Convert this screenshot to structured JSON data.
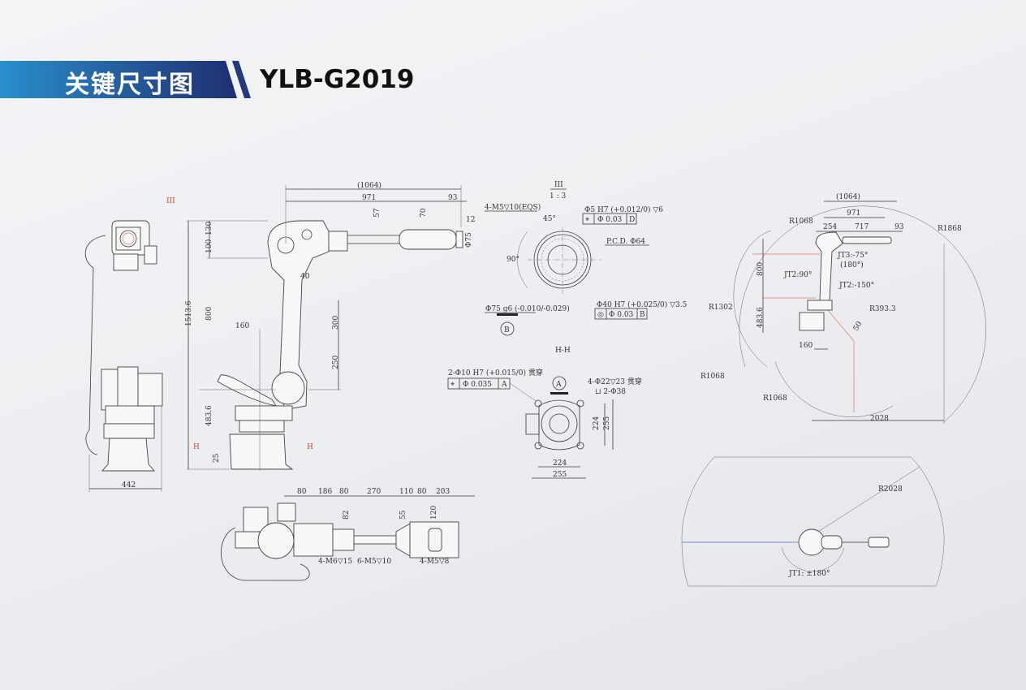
{
  "header": {
    "title": "关键尺寸图",
    "model": "YLB-G2019",
    "colors": {
      "banner_start": "#2a8fcc",
      "banner_end": "#1f2f70",
      "stripe": "#243a7a"
    }
  },
  "front_view": {
    "width_dim": "442",
    "section_mark": "III"
  },
  "side_view": {
    "dims": [
      "(1064)",
      "971",
      "93",
      "57",
      "70",
      "12",
      "Φ75",
      "130",
      "100",
      "40",
      "1513.6",
      "800",
      "160",
      "300",
      "250",
      "483.6",
      "25"
    ],
    "section_marks": [
      "H",
      "H"
    ]
  },
  "detail_iii": {
    "title": "III",
    "scale": "1 : 3",
    "callouts": [
      "4-M5▽10(EQS)",
      "45°",
      "Φ5 H7 (+0.012/0) ▽6",
      "P.C.D. Φ64",
      "90°",
      "Φ75 g6 (-0.010/-0.029)",
      "Φ40 H7 (+0.025/0) ▽3.5"
    ],
    "fcf_top": [
      "⌖",
      "Φ 0.03",
      "D"
    ],
    "fcf_bottom": [
      "◎",
      "Φ 0.03",
      "B"
    ],
    "datum": "B"
  },
  "section_hh": {
    "title": "H-H",
    "callouts": [
      "2-Φ10 H7 (+0.015/0) 贯穿",
      "4-Φ22▽23 贯穿",
      "⊔ 2-Φ38",
      "224",
      "255",
      "224",
      "255"
    ],
    "fcf": [
      "⌖",
      "Φ 0.035",
      "A"
    ],
    "datum": "A"
  },
  "top_view": {
    "dims": [
      "80",
      "186",
      "80",
      "270",
      "110",
      "80",
      "203",
      "82",
      "55",
      "120"
    ],
    "callouts": [
      "4-M6▽15",
      "6-M5▽10",
      "4-M5▽8"
    ]
  },
  "work_envelope_side": {
    "dims": [
      "(1064)",
      "971",
      "254",
      "717",
      "93",
      "800",
      "483.6",
      "160",
      "2028",
      "50"
    ],
    "radii": [
      "R1068",
      "R1868",
      "R1302",
      "R393.3",
      "R1068",
      "R1068"
    ],
    "joint_limits": [
      "JT3:-75°",
      "(180°)",
      "JT2:90°",
      "JT2:-150°"
    ]
  },
  "work_envelope_top": {
    "radius": "R2028",
    "joint_limit": "JT1: ±180°"
  }
}
